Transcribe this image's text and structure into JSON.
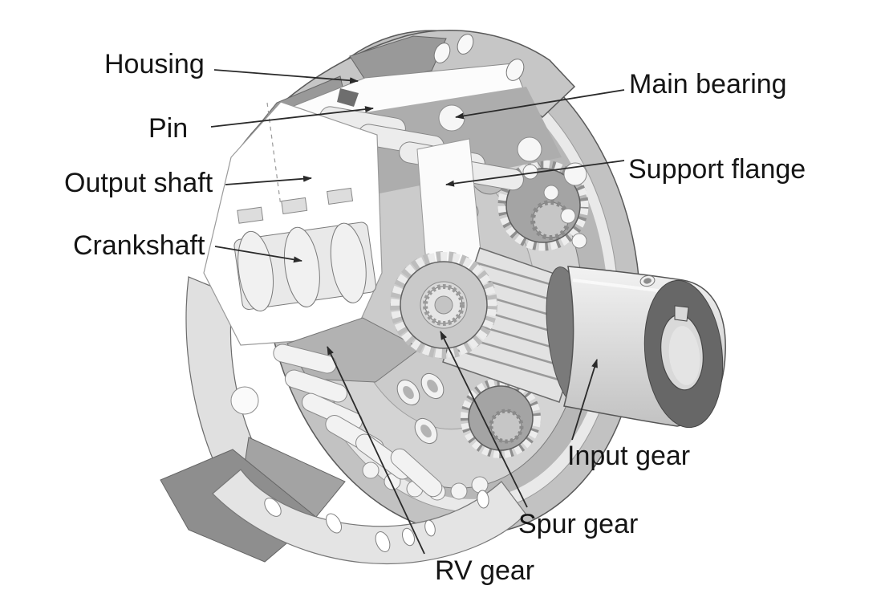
{
  "figure": {
    "kind": "labeled-technical-diagram"
  },
  "labels": {
    "housing": "Housing",
    "pin": "Pin",
    "output_shaft": "Output shaft",
    "crankshaft": "Crankshaft",
    "main_bearing": "Main bearing",
    "support_flange": "Support flange",
    "input_gear": "Input gear",
    "spur_gear": "Spur gear",
    "rv_gear": "RV gear"
  },
  "colors": {
    "background": "#ffffff",
    "label_text": "#151515",
    "leader_line": "#2a2a2a",
    "metal_light": "#ececec",
    "metal_mid": "#c6c6c6",
    "metal_dark": "#8f8f8f",
    "cut_face_dark": "#999999",
    "input_gear_face": "#676767"
  }
}
